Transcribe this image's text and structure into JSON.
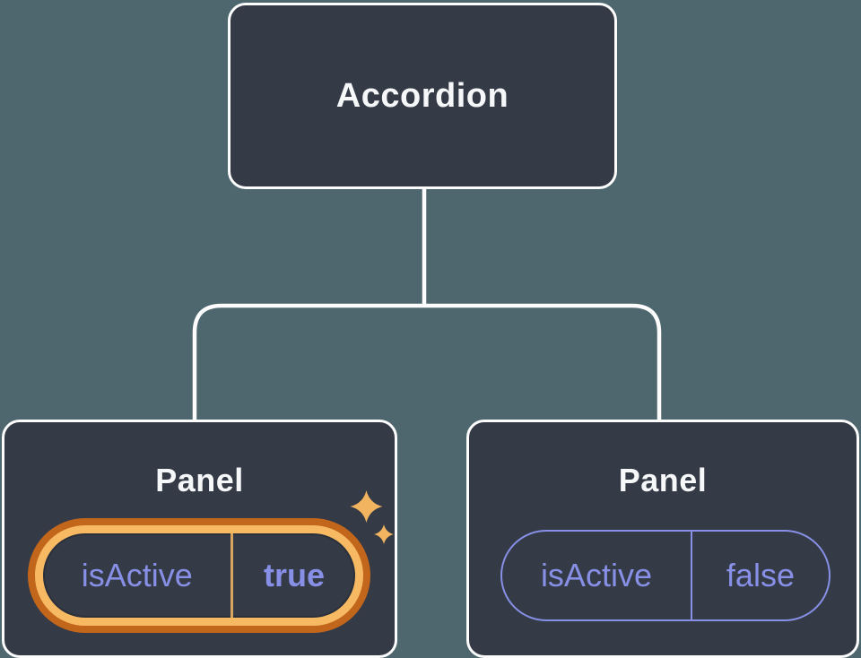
{
  "colors": {
    "background": "#4e666e",
    "node_fill": "#343a46",
    "node_border": "#fcfcfd",
    "text_primary": "#f6f7f9",
    "state_purple": "#8790e6",
    "highlight_orange_dark": "#c2661c",
    "highlight_gold": "#f7ba63",
    "divider_gold": "#d9a45e",
    "sparkle_gold": "#f3b45f"
  },
  "tree": {
    "root": {
      "label": "Accordion"
    },
    "children": [
      {
        "label": "Panel",
        "state": {
          "key": "isActive",
          "value": "true"
        },
        "highlighted": true
      },
      {
        "label": "Panel",
        "state": {
          "key": "isActive",
          "value": "false"
        },
        "highlighted": false
      }
    ]
  }
}
